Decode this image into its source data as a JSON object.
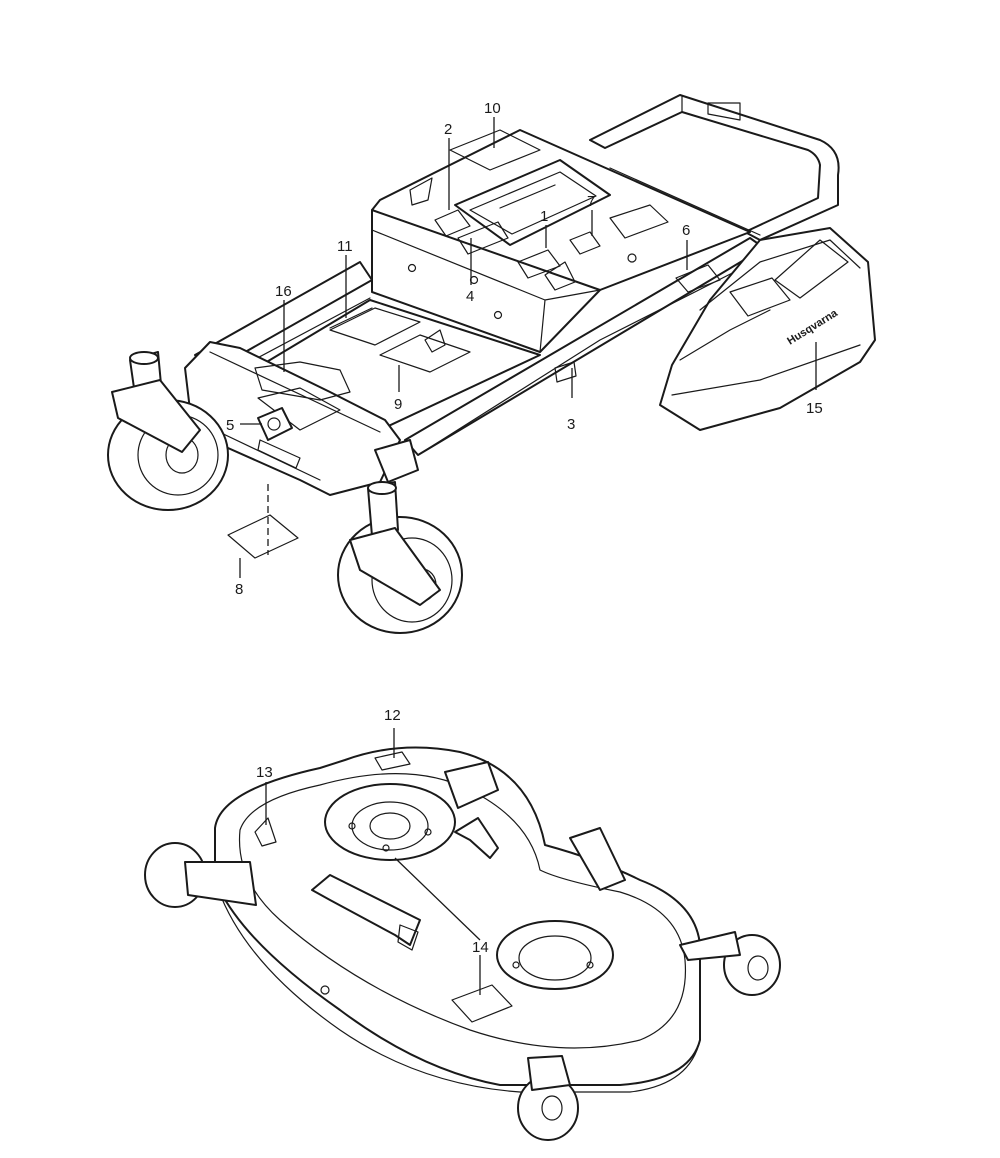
{
  "brand_text": "Husqvarna",
  "callouts": {
    "c1": "1",
    "c2": "2",
    "c3": "3",
    "c4": "4",
    "c5": "5",
    "c6": "6",
    "c7": "7",
    "c8": "8",
    "c9": "9",
    "c10": "10",
    "c11": "11",
    "c12": "12",
    "c13": "13",
    "c14": "14",
    "c15": "15",
    "c16": "16"
  },
  "colors": {
    "line": "#1a1a1a",
    "paper": "#ffffff"
  }
}
